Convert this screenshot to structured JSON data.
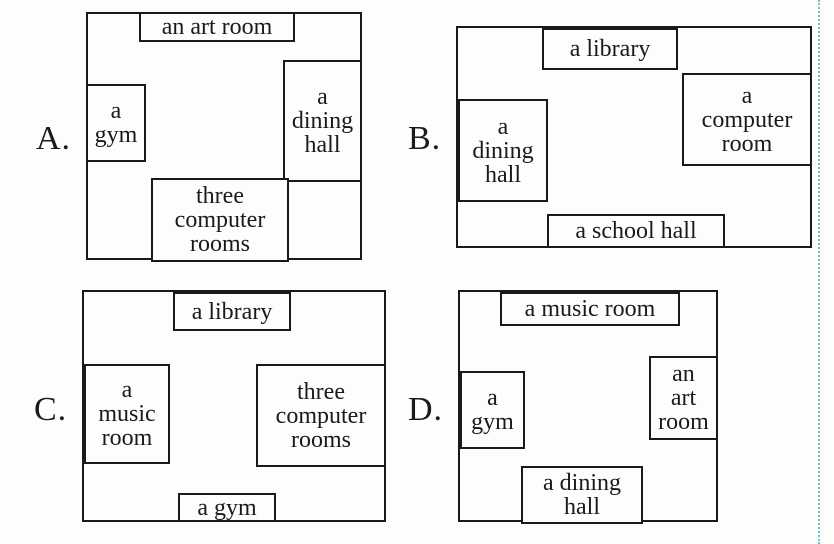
{
  "options": [
    {
      "letter": "A.",
      "rooms": [
        {
          "label": "an art room"
        },
        {
          "label": "a\ngym"
        },
        {
          "label": "a\ndining\nhall"
        },
        {
          "label": "three\ncomputer\nrooms"
        }
      ]
    },
    {
      "letter": "B.",
      "rooms": [
        {
          "label": "a library"
        },
        {
          "label": "a\ndining\nhall"
        },
        {
          "label": "a\ncomputer\nroom"
        },
        {
          "label": "a school hall"
        }
      ]
    },
    {
      "letter": "C.",
      "rooms": [
        {
          "label": "a library"
        },
        {
          "label": "a\nmusic\nroom"
        },
        {
          "label": "three\ncomputer\nrooms"
        },
        {
          "label": "a gym"
        }
      ]
    },
    {
      "letter": "D.",
      "rooms": [
        {
          "label": "a music room"
        },
        {
          "label": "a\ngym"
        },
        {
          "label": "an\nart\nroom"
        },
        {
          "label": "a dining\nhall"
        }
      ]
    }
  ]
}
